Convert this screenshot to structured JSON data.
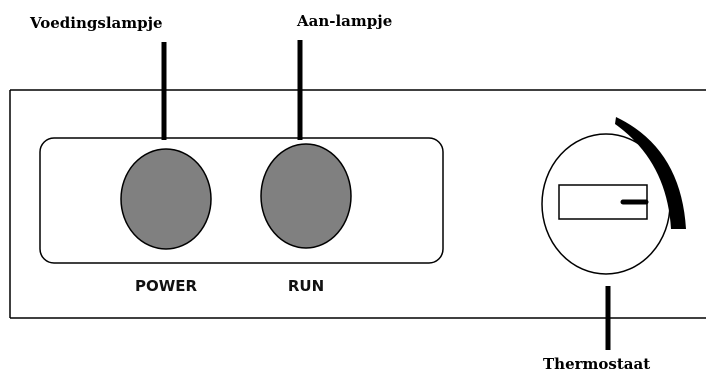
{
  "callouts": {
    "power_light": "Voedingslampje",
    "run_light": "Aan-lampje",
    "thermostat": "Thermostaat"
  },
  "panel": {
    "power_label": "POWER",
    "run_label": "RUN"
  },
  "colors": {
    "lamp_fill": "#808080",
    "outline": "#000000",
    "background": "#ffffff"
  }
}
